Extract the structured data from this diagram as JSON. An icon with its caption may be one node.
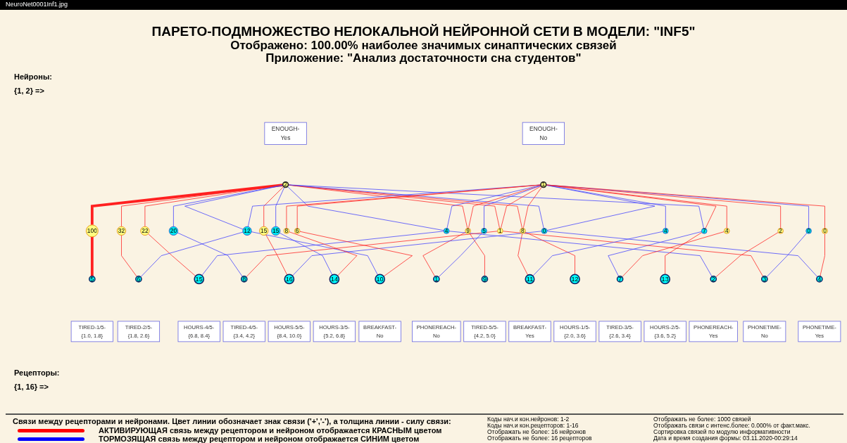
{
  "diagram": {
    "title": "ПАРЕТО-ПОДМНОЖЕСТВО НЕЛОКАЛЬНОЙ НЕЙРОННОЙ СЕТИ В МОДЕЛИ: \"INF5\"",
    "nodes": [
      {
        "text": [
          "ENOUGH-Yes"
        ]
      },
      {
        "text": [
          "ENOUGH-No"
        ]
      },
      {
        "text": [
          "2"
        ]
      },
      {
        "text": [
          "1"
        ]
      },
      {
        "text": [
          "100"
        ]
      },
      {
        "text": [
          "32"
        ]
      },
      {
        "text": [
          "22"
        ]
      },
      {
        "text": [
          "20"
        ]
      },
      {
        "text": [
          "15"
        ]
      },
      {
        "text": [
          "15"
        ]
      },
      {
        "text": [
          "12"
        ]
      },
      {
        "text": [
          "9"
        ]
      },
      {
        "text": [
          "8"
        ]
      },
      {
        "text": [
          "7"
        ]
      },
      {
        "text": [
          "4"
        ]
      },
      {
        "text": [
          "1"
        ]
      },
      {
        "text": [
          "0"
        ]
      },
      {
        "text": [
          "8"
        ]
      },
      {
        "text": [
          "6"
        ]
      },
      {
        "text": [
          "5"
        ]
      },
      {
        "text": [
          "4"
        ]
      },
      {
        "text": [
          "4"
        ]
      },
      {
        "text": [
          "2"
        ]
      },
      {
        "text": [
          "0"
        ]
      },
      {
        "text": [
          "0"
        ]
      },
      {
        "text": [
          "5"
        ]
      },
      {
        "text": [
          "6"
        ]
      },
      {
        "text": [
          "9"
        ]
      },
      {
        "text": [
          "12"
        ]
      },
      {
        "text": [
          "13"
        ]
      },
      {
        "text": [
          "15"
        ]
      },
      {
        "text": [
          "8"
        ]
      },
      {
        "text": [
          "16"
        ]
      },
      {
        "text": [
          "14"
        ]
      },
      {
        "text": [
          "10"
        ]
      },
      {
        "text": [
          "1"
        ]
      },
      {
        "text": [
          "11"
        ]
      },
      {
        "text": [
          "7"
        ]
      },
      {
        "text": [
          "2"
        ]
      },
      {
        "text": [
          "3"
        ]
      },
      {
        "text": [
          "4"
        ]
      },
      {
        "text": [
          "TIRED-1/5-{1.0, 1.8}"
        ]
      },
      {
        "text": [
          "TIRED-2/5-{1.8, 2.6}"
        ]
      },
      {
        "text": [
          "TIRED-5/5-{4.2, 5.0}"
        ]
      },
      {
        "text": [
          "HOURS-1/5-{2.0, 3.6}"
        ]
      },
      {
        "text": [
          "HOURS-2/5-{3.6, 5.2}"
        ]
      },
      {
        "text": [
          "HOURS-4/5-{6.8, 8.4}"
        ]
      },
      {
        "text": [
          "TIRED-4/5-{3.4, 4.2}"
        ]
      },
      {
        "text": [
          "HOURS-5/5-{8.4, 10.0}"
        ]
      },
      {
        "text": [
          "HOURS-3/5-{5.2, 6.8}"
        ]
      },
      {
        "text": [
          "BREAKFAST-No"
        ]
      },
      {
        "text": [
          "PHONEREACH-No"
        ]
      },
      {
        "text": [
          "BREAKFAST-Yes"
        ]
      },
      {
        "text": [
          "TIRED-3/5-{2.6, 3.4}"
        ]
      },
      {
        "text": [
          "PHONEREACH-Yes"
        ]
      },
      {
        "text": [
          "PHONETIME-No"
        ]
      },
      {
        "text": [
          "PHONETIME-Yes"
        ]
      }
    ],
    "edges": [
      {
        "from": 2,
        "to": 4,
        "arrow": "none",
        "style": "thick"
      },
      {
        "from": 4,
        "to": 25,
        "arrow": "none",
        "style": "thick"
      },
      {
        "from": 2,
        "to": 5,
        "arrow": "none"
      },
      {
        "from": 5,
        "to": 26,
        "arrow": "none"
      },
      {
        "from": 2,
        "to": 6,
        "arrow": "none"
      },
      {
        "from": 6,
        "to": 30,
        "arrow": "none"
      },
      {
        "from": 2,
        "to": 7,
        "arrow": "none",
        "color": "#4040ff"
      },
      {
        "from": 7,
        "to": 31,
        "arrow": "none",
        "color": "#4040ff"
      },
      {
        "from": 2,
        "to": 8,
        "arrow": "none"
      },
      {
        "from": 8,
        "to": 32,
        "arrow": "none"
      },
      {
        "from": 2,
        "to": 9,
        "arrow": "none",
        "color": "#4040ff"
      },
      {
        "from": 9,
        "to": 33,
        "arrow": "none",
        "color": "#4040ff"
      },
      {
        "from": 2,
        "to": 10,
        "arrow": "none",
        "color": "#4040ff"
      },
      {
        "from": 10,
        "to": 34,
        "arrow": "none",
        "color": "#4040ff"
      },
      {
        "from": 2,
        "to": 11,
        "arrow": "none"
      },
      {
        "from": 11,
        "to": 35,
        "arrow": "none"
      },
      {
        "from": 2,
        "to": 12,
        "arrow": "none"
      },
      {
        "from": 12,
        "to": 36,
        "arrow": "none"
      },
      {
        "from": 2,
        "to": 13,
        "arrow": "none",
        "color": "#4040ff"
      },
      {
        "from": 13,
        "to": 37,
        "arrow": "none",
        "color": "#4040ff"
      },
      {
        "from": 2,
        "to": 14,
        "arrow": "none",
        "color": "#4040ff"
      },
      {
        "from": 14,
        "to": 38,
        "arrow": "none",
        "color": "#4040ff"
      },
      {
        "from": 2,
        "to": 15,
        "arrow": "none"
      },
      {
        "from": 15,
        "to": 39,
        "arrow": "none"
      },
      {
        "from": 2,
        "to": 16,
        "arrow": "none",
        "color": "#4040ff"
      },
      {
        "from": 16,
        "to": 40,
        "arrow": "none",
        "color": "#4040ff"
      },
      {
        "from": 3,
        "to": 10,
        "arrow": "none",
        "color": "#4040ff"
      },
      {
        "from": 10,
        "to": 26,
        "arrow": "none",
        "color": "#4040ff"
      },
      {
        "from": 3,
        "to": 11,
        "arrow": "none"
      },
      {
        "from": 11,
        "to": 27,
        "arrow": "none"
      },
      {
        "from": 3,
        "to": 12,
        "arrow": "none"
      },
      {
        "from": 12,
        "to": 28,
        "arrow": "none"
      },
      {
        "from": 3,
        "to": 13,
        "arrow": "none"
      },
      {
        "from": 13,
        "to": 29,
        "arrow": "none"
      },
      {
        "from": 3,
        "to": 14,
        "arrow": "none",
        "color": "#4040ff"
      },
      {
        "from": 14,
        "to": 30,
        "arrow": "none",
        "color": "#4040ff"
      },
      {
        "from": 3,
        "to": 15,
        "arrow": "none"
      },
      {
        "from": 15,
        "to": 31,
        "arrow": "none"
      },
      {
        "from": 3,
        "to": 16,
        "arrow": "none",
        "color": "#4040ff"
      },
      {
        "from": 16,
        "to": 32,
        "arrow": "none",
        "color": "#4040ff"
      },
      {
        "from": 3,
        "to": 17,
        "arrow": "none"
      },
      {
        "from": 17,
        "to": 33,
        "arrow": "none"
      },
      {
        "from": 3,
        "to": 18,
        "arrow": "none"
      },
      {
        "from": 18,
        "to": 34,
        "arrow": "none"
      },
      {
        "from": 3,
        "to": 19,
        "arrow": "none",
        "color": "#4040ff"
      },
      {
        "from": 19,
        "to": 35,
        "arrow": "none",
        "color": "#4040ff"
      },
      {
        "from": 3,
        "to": 20,
        "arrow": "none",
        "color": "#4040ff"
      },
      {
        "from": 20,
        "to": 36,
        "arrow": "none",
        "color": "#4040ff"
      },
      {
        "from": 3,
        "to": 21,
        "arrow": "none"
      },
      {
        "from": 21,
        "to": 37,
        "arrow": "none"
      },
      {
        "from": 3,
        "to": 22,
        "arrow": "none"
      },
      {
        "from": 22,
        "to": 38,
        "arrow": "none"
      },
      {
        "from": 3,
        "to": 23,
        "arrow": "none",
        "color": "#4040ff"
      },
      {
        "from": 23,
        "to": 39,
        "arrow": "none",
        "color": "#4040ff"
      },
      {
        "from": 3,
        "to": 24,
        "arrow": "none"
      },
      {
        "from": 24,
        "to": 40,
        "arrow": "none"
      }
    ],
    "labels": [
      "NeuroNet0001Inf1.jpg",
      "Отображено: 100.00% наиболее значимых синаптических связей",
      "Приложение: \"Анализ достаточности сна студентов\"",
      "Нейроны:",
      "{1, 2} =>",
      "Рецепторы:",
      "{1, 16} =>",
      "Связи между рецепторами и нейронами. Цвет линии обозначает знак связи ('+','-'), а толщина линии - силу связи:",
      "Коды нач.и кон.нейронов: 1-2",
      "Коды нач.и кон.рецепторов: 1-16",
      "Отображать не более: 16 нейронов",
      "Отображать не более: 16 рецепторов",
      "Отображать не более: 1000 связей",
      "Отображать связи с интенс.более: 0.000% от факт.макс.",
      "Сортировка связей по модулю информативности",
      "Дата и время создания формы: 03.11.2020-00:29:14"
    ],
    "legend": [
      {
        "text": "АКТИВИРУЮЩАЯ связь между рецептором и нейроном отображается КРАСНЫМ цветом",
        "color": "#ff0000"
      },
      {
        "text": "ТОРМОЗЯЩАЯ связь между рецептором и нейроном отображается СИНИМ цветом",
        "color": "#0000ff"
      }
    ]
  }
}
